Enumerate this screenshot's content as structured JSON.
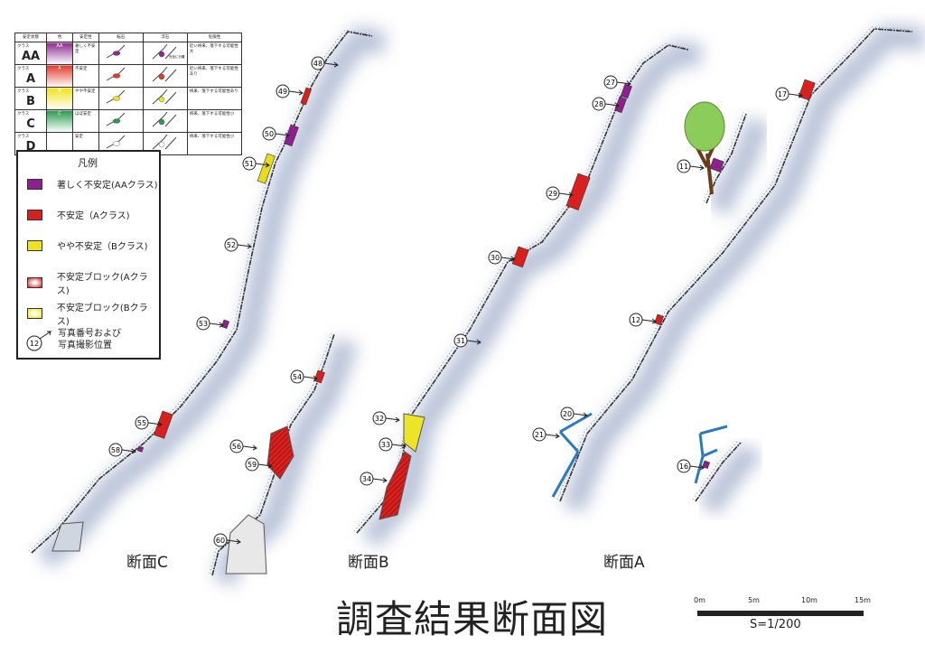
{
  "classification_table": {
    "headers": [
      "安定状態",
      "色",
      "安定性",
      "転石",
      "浮石",
      "危険性"
    ],
    "rows": [
      {
        "class_prefix": "クラス",
        "class": "AA",
        "color_letter": "AA",
        "color": "#8e2a8e",
        "stability": "著しく不安定",
        "risk": "近い将来、落下する可能性大",
        "note": "完全に分離"
      },
      {
        "class_prefix": "クラス",
        "class": "A",
        "color_letter": "A",
        "color": "#e03a2a",
        "stability": "不安定",
        "risk": "近い将来、落下する可能性あり",
        "note": ""
      },
      {
        "class_prefix": "クラス",
        "class": "B",
        "color_letter": "B",
        "color": "#f2e21a",
        "stability": "やや不安定",
        "risk": "将来、落下する可能性あり",
        "note": ""
      },
      {
        "class_prefix": "クラス",
        "class": "C",
        "color_letter": "C",
        "color": "#2a9a4a",
        "stability": "ほぼ安定",
        "risk": "将来、落下する可能性小",
        "note": ""
      },
      {
        "class_prefix": "クラス",
        "class": "D",
        "color_letter": "",
        "color": "#ffffff",
        "stability": "安定",
        "risk": "将来、落下する可能性小",
        "note": ""
      }
    ]
  },
  "legend": {
    "title": "凡例",
    "items": [
      {
        "label": "著しく不安定(AAクラス)",
        "color": "#8e1f8e",
        "style": "solid"
      },
      {
        "label": "不安定（Aクラス)",
        "color": "#d8201e",
        "style": "solid"
      },
      {
        "label": "やや不安定（Bクラス)",
        "color": "#f2e21a",
        "style": "solid"
      },
      {
        "label": "不安定ブロック(Aクラス)",
        "color": "#d8201e",
        "style": "radial"
      },
      {
        "label": "不安定ブロック(Bクラス)",
        "color": "#f2e21a",
        "style": "radial"
      }
    ],
    "photo_marker_number": "12",
    "photo_label_line1": "写真番号および",
    "photo_label_line2": "写真撮影位置"
  },
  "sections": {
    "c": "断面C",
    "b": "断面B",
    "a": "断面A"
  },
  "photo_markers": [
    "48",
    "49",
    "50",
    "51",
    "52",
    "53",
    "54",
    "55",
    "56",
    "58",
    "59",
    "60",
    "27",
    "28",
    "29",
    "30",
    "31",
    "32",
    "33",
    "34",
    "11",
    "12",
    "16",
    "17",
    "20",
    "21"
  ],
  "title": "調査結果断面図",
  "scale": {
    "ticks": [
      "0m",
      "5m",
      "10m",
      "15m"
    ],
    "ratio": "S=1/200"
  }
}
